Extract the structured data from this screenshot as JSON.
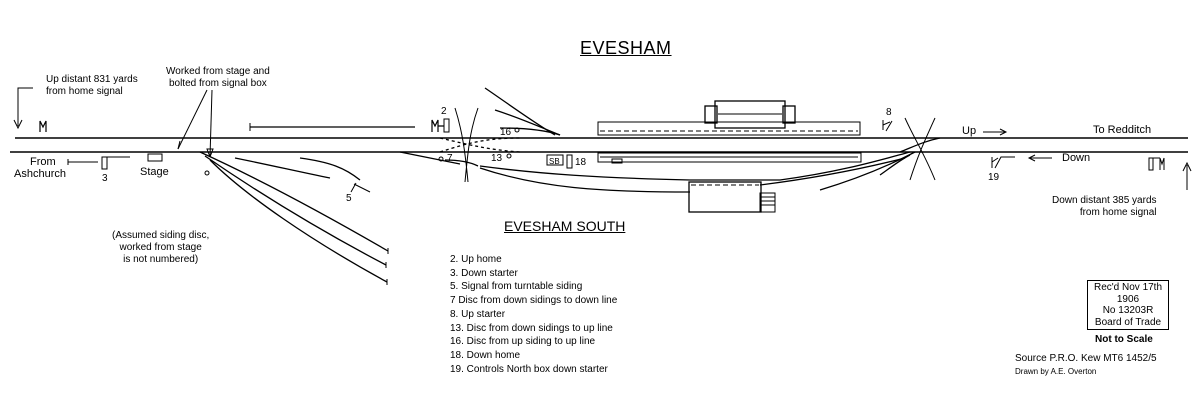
{
  "title": "EVESHAM",
  "subtitle": "EVESHAM SOUTH",
  "labels": {
    "up_distant": "Up distant 831 yards\nfrom home signal",
    "worked_from_stage": "Worked from stage and\nbolted from signal box",
    "from": "From",
    "ashchurch": "Ashchurch",
    "stage": "Stage",
    "assumed": "(Assumed siding disc,\nworked from stage\nis not numbered)",
    "up": "Up",
    "down": "Down",
    "to_redditch": "To Redditch",
    "down_distant": "Down distant 385 yards\nfrom home signal",
    "sb": "SB"
  },
  "signal_numbers": {
    "s2": "2",
    "s3": "3",
    "s5": "5",
    "s7": "7",
    "s8": "8",
    "s13": "13",
    "s16": "16",
    "s18": "18",
    "s19": "19"
  },
  "legend": [
    "2.  Up home",
    "3.  Down starter",
    "5.  Signal from turntable siding",
    "7   Disc from down sidings to down line",
    "8.  Up starter",
    "13. Disc from down sidings to up line",
    "16. Disc from up siding to up line",
    "18. Down home",
    "19. Controls  North box down starter"
  ],
  "received": {
    "line1": "Rec'd Nov 17th",
    "line2": "1906",
    "line3": "No 13203R",
    "line4": "Board of Trade"
  },
  "not_to_scale": "Not to Scale",
  "source": "Source P.R.O. Kew MT6 1452/5",
  "drawn_by": "Drawn by A.E. Overton"
}
